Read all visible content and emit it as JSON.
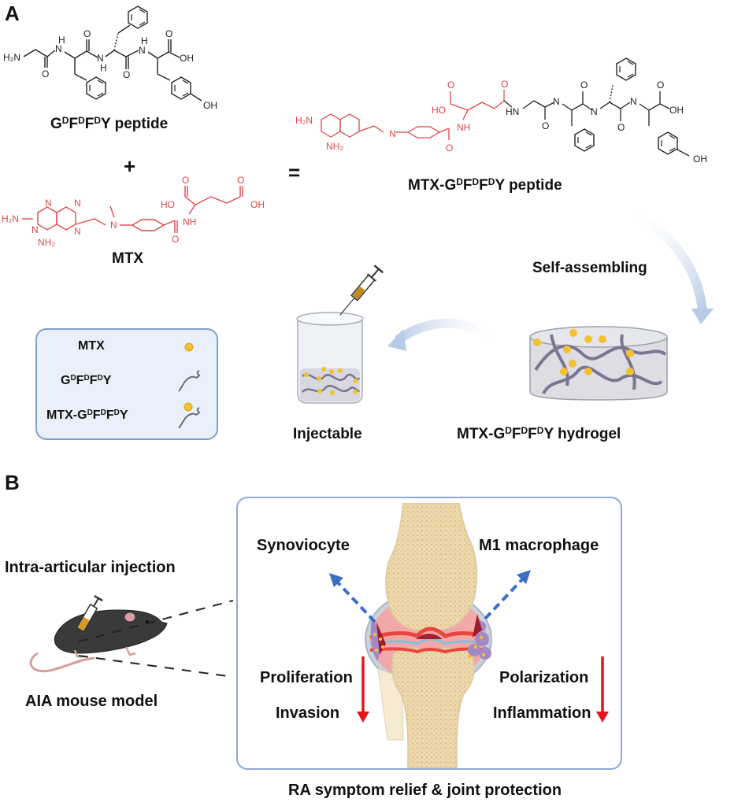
{
  "panel_a": {
    "letter": "A",
    "peptide_label": {
      "base": [
        "G",
        "F",
        "F",
        "Y"
      ],
      "sup": "D",
      "suffix": " peptide"
    },
    "plus": "+",
    "equals": "=",
    "mtx_label": "MTX",
    "conjugate_label": {
      "prefix": "MTX-",
      "base": [
        "G",
        "F",
        "F",
        "Y"
      ],
      "sup": "D",
      "suffix": " peptide"
    },
    "self_assembling": "Self-assembling",
    "injectable": "Injectable",
    "hydrogel_label": {
      "prefix": "MTX-",
      "base": [
        "G",
        "F",
        "F",
        "Y"
      ],
      "sup": "D",
      "suffix": " hydrogel"
    },
    "legend": {
      "items": [
        {
          "label": "MTX",
          "icon": "yellow-dot-icon"
        },
        {
          "label_prefix": "",
          "base": [
            "G",
            "F",
            "F",
            "Y"
          ],
          "sup": "D",
          "icon": "peptide-strand-icon"
        },
        {
          "label_prefix": "MTX-",
          "base": [
            "G",
            "F",
            "F",
            "Y"
          ],
          "sup": "D",
          "icon": "conjugate-strand-icon"
        }
      ]
    },
    "chem_atoms": {
      "h2n": "H₂N",
      "nh": "N",
      "h": "H",
      "o": "O",
      "oh": "OH",
      "ho": "HO",
      "hn": "HN",
      "nh2": "NH₂",
      "n": "N",
      "nh_amide": "NH"
    }
  },
  "panel_b": {
    "letter": "B",
    "injection_label": "Intra-articular injection",
    "mouse_label": "AIA mouse model",
    "synoviocyte": "Synoviocyte",
    "macrophage": "M1 macrophage",
    "left_effects": [
      "Proliferation",
      "Invasion"
    ],
    "right_effects": [
      "Polarization",
      "Inflammation"
    ],
    "footer": "RA symptom relief & joint protection"
  },
  "colors": {
    "mtx_red": "#e0474c",
    "chem_black": "#222222",
    "box_border": "#7f9fcf",
    "legend_fill": "#e9f0fa",
    "mtx_yellow": "#f2c12e",
    "peptide_purple": "#7a7590",
    "arrow_blue": "#3a6fc4",
    "down_red": "#e5141b",
    "bone": "#efdcb0",
    "curve_arrow": "#c8d6ea"
  }
}
